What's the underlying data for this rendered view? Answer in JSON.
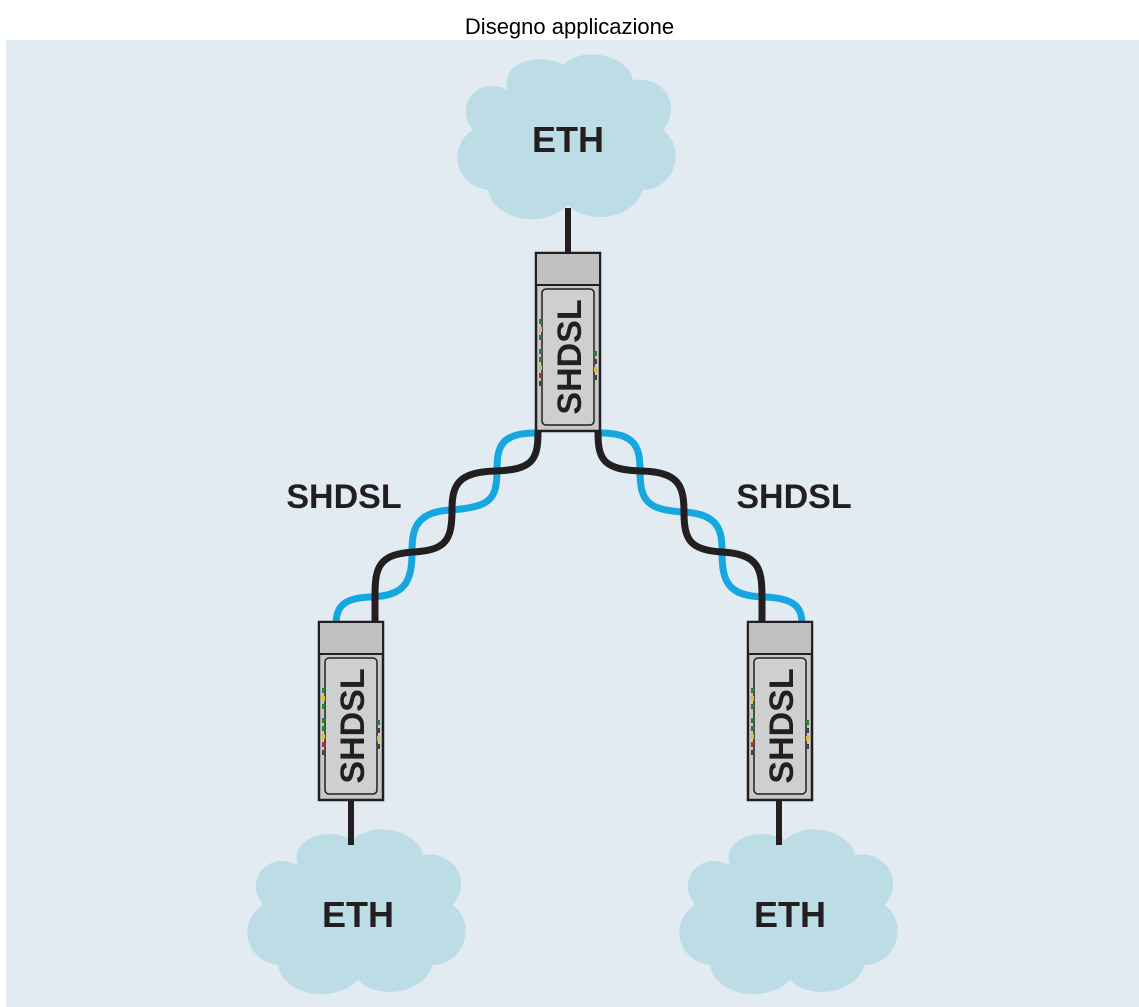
{
  "title": "Disegno applicazione",
  "colors": {
    "background": "#e3ebf2",
    "cloud": "#bcdde6",
    "cable_dark": "#231f20",
    "cable_blue": "#16a7e0",
    "device_body": "#c8c8c8",
    "device_outline": "#231f20"
  },
  "clouds": {
    "top": {
      "label": "ETH"
    },
    "bottom_left": {
      "label": "ETH"
    },
    "bottom_right": {
      "label": "ETH"
    }
  },
  "devices": {
    "top": {
      "label": "SHDSL"
    },
    "left": {
      "label": "SHDSL"
    },
    "right": {
      "label": "SHDSL"
    }
  },
  "links": {
    "left": {
      "label": "SHDSL"
    },
    "right": {
      "label": "SHDSL"
    }
  }
}
